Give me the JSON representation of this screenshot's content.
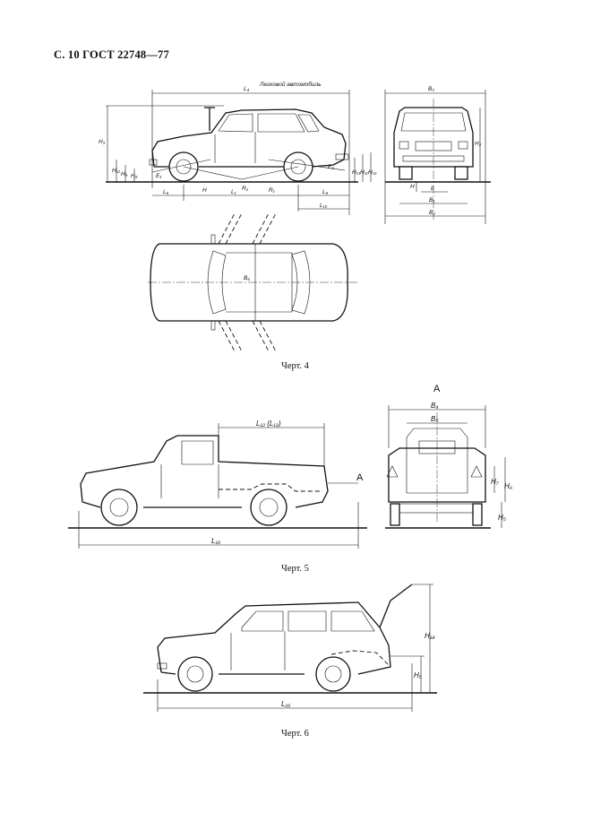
{
  "header": {
    "text": "С. 10 ГОСТ 22748—77"
  },
  "figure4": {
    "title_label": "Легковой автомобиль",
    "caption": "Черт. 4",
    "labels": {
      "L4": "L₄",
      "B3": "B₃",
      "H3": "H₃",
      "H2": "H₂",
      "H12": "H₁₂",
      "H9": "H₉",
      "H8": "H₈",
      "L": "L",
      "E1": "E₁",
      "E2": "E₂",
      "H13": "H₁₃",
      "H11": "H₁₁",
      "H10": "H₁₀",
      "R2": "R₂",
      "R1": "R₁",
      "L1": "L₁",
      "L6": "L₆",
      "L8": "L₈",
      "L10": "L₁₀",
      "H": "H",
      "b": "b",
      "B1": "B₁",
      "B2": "B₂",
      "B6": "B₆"
    }
  },
  "figure5": {
    "caption": "Черт. 5",
    "labels": {
      "A_top": "A",
      "A_arrow": "A",
      "L12": "L₁₂ (L₁₃)",
      "L16": "L₁₆",
      "B4": "B₄",
      "B5": "B₅",
      "H7": "H₇",
      "H6": "H₆",
      "H5": "H₅"
    }
  },
  "figure6": {
    "caption": "Черт. 6",
    "labels": {
      "H18": "H₁₈",
      "H5": "H₅",
      "L16": "L₁₆"
    }
  }
}
